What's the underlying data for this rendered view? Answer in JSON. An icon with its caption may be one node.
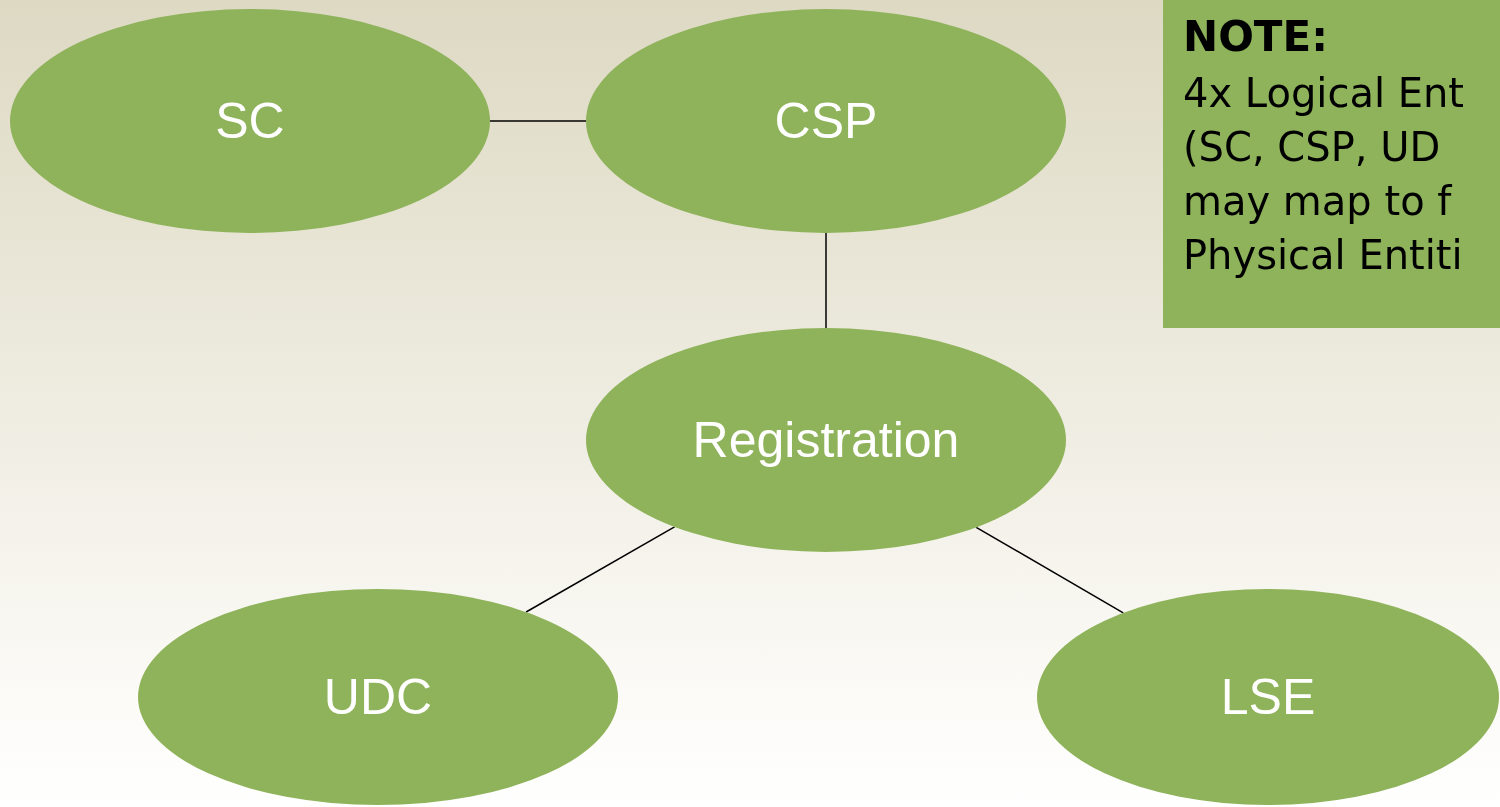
{
  "diagram": {
    "nodes": [
      {
        "text": [
          "SC"
        ]
      },
      {
        "text": [
          "CSP"
        ]
      },
      {
        "text": [
          "Registration"
        ]
      },
      {
        "text": [
          "UDC"
        ]
      },
      {
        "text": [
          "LSE"
        ]
      },
      {
        "text": [
          "NOTE:",
          "4x Logical Ent (SC, CSP, UD may map to f Physical Entiti"
        ]
      }
    ],
    "edges": [
      {
        "from": 0,
        "to": 1,
        "arrow": "none"
      },
      {
        "from": 1,
        "to": 2,
        "arrow": "none"
      },
      {
        "from": 2,
        "to": 3,
        "arrow": "none"
      },
      {
        "from": 2,
        "to": 4,
        "arrow": "none"
      }
    ]
  }
}
